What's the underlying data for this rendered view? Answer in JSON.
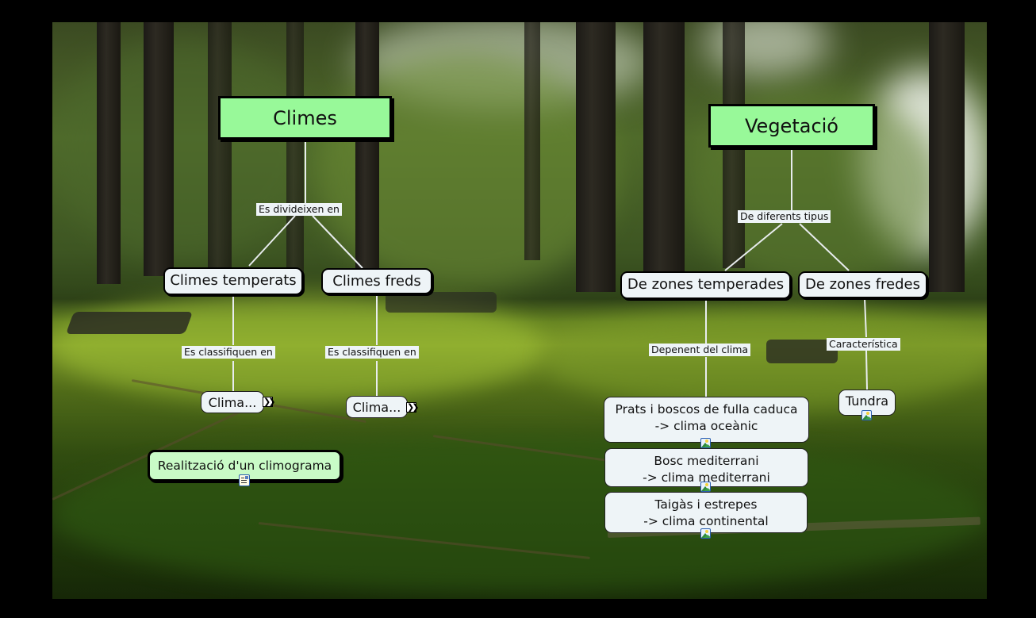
{
  "map": {
    "background": "forest-photo",
    "colors": {
      "main_concept_fill": "#98f999",
      "sub_concept_fill": "#eef4f7",
      "resource_concept_fill": "#c9fbc7",
      "link_line": "#e8ecee",
      "icon_border": "#2a5fb0"
    },
    "concepts": {
      "climes": {
        "label": "Climes"
      },
      "vegetacio": {
        "label": "Vegetació"
      },
      "climes_temperats": {
        "label": "Climes temperats"
      },
      "climes_freds": {
        "label": "Climes freds"
      },
      "clima_temperat_collapsed": {
        "label": "Clima...",
        "icon": "expand-icon"
      },
      "clima_fred_collapsed": {
        "label": "Clima...",
        "icon": "expand-icon"
      },
      "realitzacio": {
        "label": "Realització d'un climograma",
        "icon": "document-icon"
      },
      "zones_temperades": {
        "label": "De zones temperades"
      },
      "zones_fredes": {
        "label": "De zones fredes"
      },
      "prats": {
        "line1": "Prats i boscos de fulla caduca",
        "line2": "-> clima oceànic",
        "icon": "image-icon"
      },
      "bosc_med": {
        "line1": "Bosc mediterrani",
        "line2": "-> clima mediterrani",
        "icon": "image-icon"
      },
      "taigas": {
        "line1": "Taigàs i estrepes",
        "line2": "-> clima continental",
        "icon": "image-icon"
      },
      "tundra": {
        "label": "Tundra",
        "icon": "image-icon"
      }
    },
    "links": {
      "es_divideixen": "Es divideixen en",
      "es_classifiquen_1": "Es classifiquen en",
      "es_classifiquen_2": "Es classifiquen en",
      "de_diferents": "De diferents tipus",
      "depenent": "Depenent del clima",
      "caracteristica": "Característica"
    }
  }
}
